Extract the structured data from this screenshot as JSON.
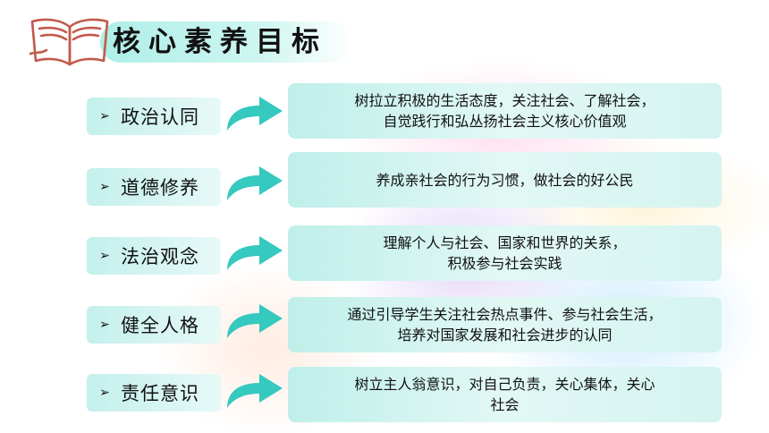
{
  "header": {
    "title": "核心素养目标",
    "icon": "open-book-icon"
  },
  "colors": {
    "teal_box": "#c4f0ec",
    "arrow": "#35c9bf",
    "book_icon": "#c25a4a"
  },
  "items": [
    {
      "label": "政治认同",
      "desc": "树拉立积极的生活态度，关注社会、了解社会，\n自觉践行和弘丛扬社会主义核心价值观"
    },
    {
      "label": "道德修养",
      "desc": "养成亲社会的行为习惯，做社会的好公民"
    },
    {
      "label": "法治观念",
      "desc": "理解个人与社会、国家和世界的关系，\n积极参与社会实践"
    },
    {
      "label": "健全人格",
      "desc": "通过引导学生关注社会热点事件、参与社会生活，\n培养对国家发展和社会进步的认同"
    },
    {
      "label": "责任意识",
      "desc": "树立主人翁意识，对自己负责，关心集体，关心\n社会"
    }
  ]
}
